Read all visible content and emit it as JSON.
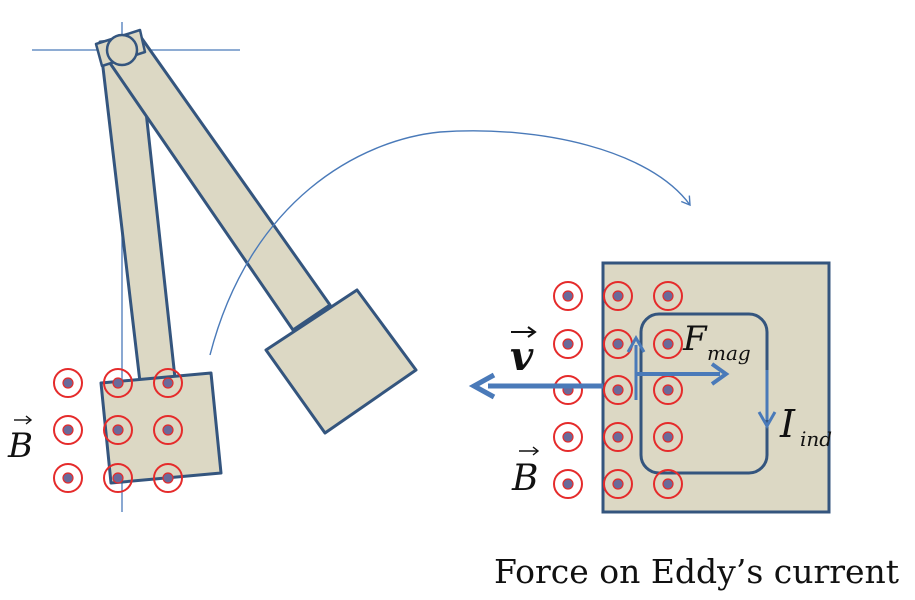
{
  "labels": {
    "B_left": "B",
    "B_right": "B",
    "v": "v",
    "F": "F",
    "F_sub": "mag",
    "I": "I",
    "I_sub": "ind",
    "caption": "Force on Eddy’s current"
  },
  "colors": {
    "outline": "#34557e",
    "fill": "#dcd8c4",
    "arrow": "#4a7ab9",
    "field_ring": "#e52b2b",
    "field_dot": "#6a6a9a",
    "guide": "#4a7ab9"
  },
  "field_symbol": "dot-in-circle (field out of page)"
}
